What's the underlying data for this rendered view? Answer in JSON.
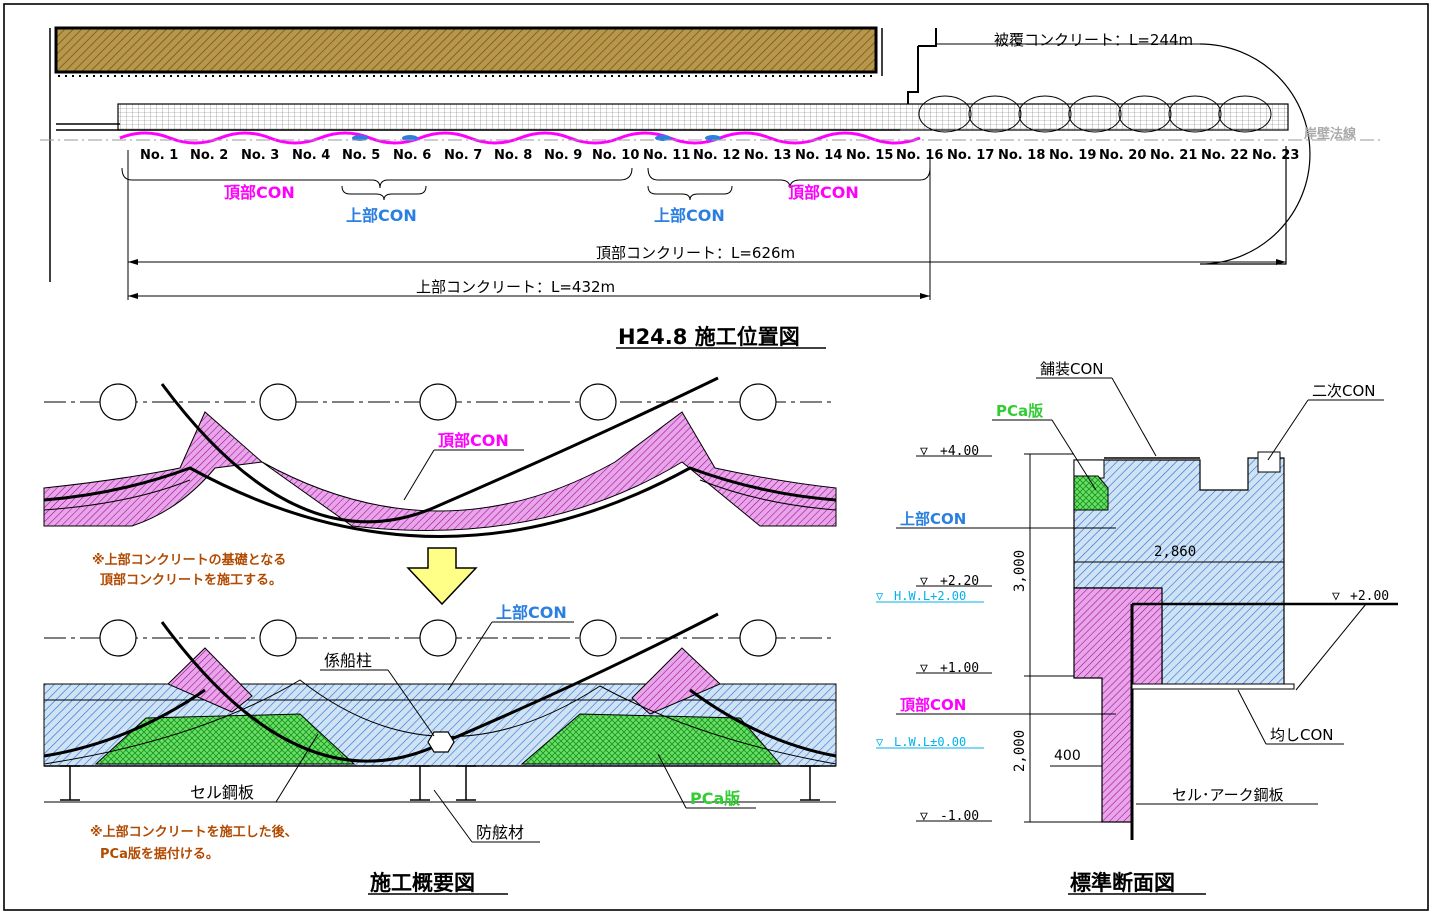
{
  "plan": {
    "title": "H24.8 施工位置図",
    "cover_concrete": "被覆コンクリート：L=244m",
    "top_concrete": "頂部コンクリート：L=626m",
    "upper_concrete": "上部コンクリート：L=432m",
    "quay_line": "岸壁法線",
    "label_top_con": "頂部CON",
    "label_upper_con": "上部CON",
    "cells": [
      "No. 1",
      "No. 2",
      "No. 3",
      "No. 4",
      "No. 5",
      "No. 6",
      "No. 7",
      "No. 8",
      "No. 9",
      "No. 10",
      "No. 11",
      "No. 12",
      "No. 13",
      "No. 14",
      "No. 15",
      "No. 16",
      "No. 17",
      "No. 18",
      "No. 19",
      "No. 20",
      "No. 21",
      "No. 22",
      "No. 23"
    ]
  },
  "overview": {
    "title": "施工概要図",
    "top_con": "頂部CON",
    "upper_con": "上部CON",
    "note1_line1": "※上部コンクリートの基礎となる",
    "note1_line2": "頂部コンクリートを施工する。",
    "note2_line1": "※上部コンクリートを施工した後、",
    "note2_line2": "PCa版を据付ける。",
    "bollard": "係船柱",
    "cell_plate": "セル鋼板",
    "fender": "防舷材",
    "pca": "PCa版"
  },
  "section": {
    "title": "標準断面図",
    "paving": "舗装CON",
    "pca": "PCa版",
    "secondary": "二次CON",
    "upper_con": "上部CON",
    "top_con": "頂部CON",
    "leveling": "均しCON",
    "cell_arc": "セル･アーク鋼板",
    "lv_p400": "+4.00",
    "lv_p220": "+2.20",
    "hwl": "H.W.L+2.00",
    "lv_p200": "+2.00",
    "lv_p100": "+1.00",
    "lwl": "L.W.L±0.00",
    "lv_m100": "-1.00",
    "dim_3000": "3,000",
    "dim_2000": "2,000",
    "dim_2860": "2,860",
    "dim_400": "400"
  },
  "colors": {
    "magenta": "#ff00ff",
    "top_con_fill": "#dd88dd",
    "upper_con_fill": "#7fb6e6",
    "pca_fill": "#55dd55",
    "label_blue": "#0070c0",
    "note_brown": "#b14a00",
    "cyan": "#00b0f0"
  }
}
